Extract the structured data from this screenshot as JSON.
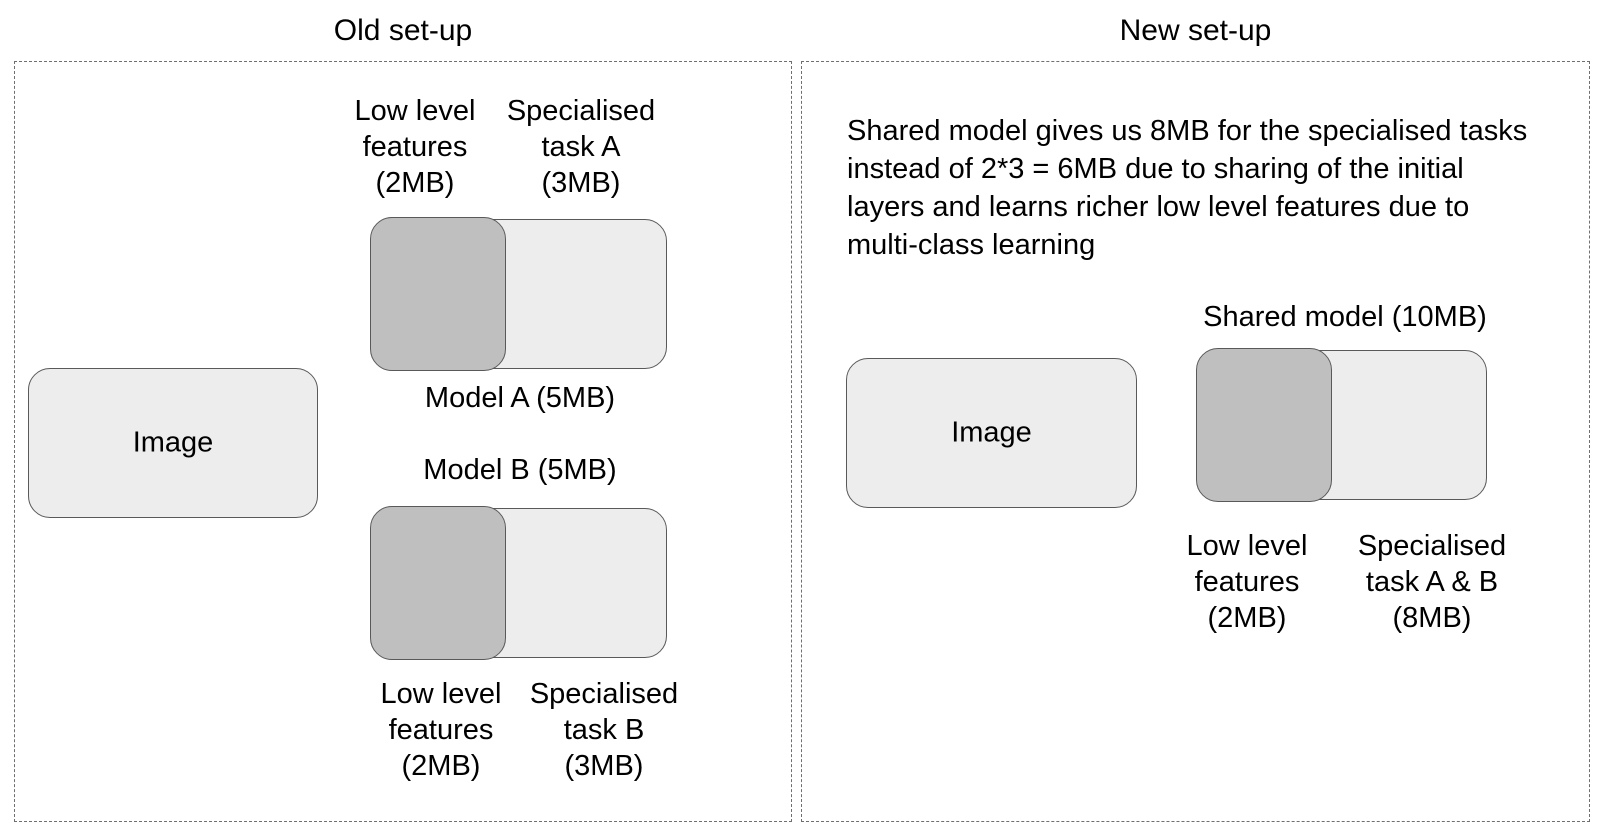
{
  "figure": {
    "panels": [
      {
        "id": "old",
        "title": "Old set-up"
      },
      {
        "id": "new",
        "title": "New set-up"
      }
    ]
  },
  "old_setup": {
    "title": "Old set-up",
    "image_box": {
      "label": "Image"
    },
    "model_a": {
      "caption": "Model A (5MB)",
      "low_level_label": "Low level\nfeatures\n(2MB)",
      "specialised_label": "Specialised\ntask A\n(3MB)",
      "low_level_title": "Low level features",
      "low_level_size": "2MB",
      "specialised_title": "Specialised task A",
      "specialised_size": "3MB",
      "total_size": "5MB"
    },
    "model_b": {
      "caption": "Model B (5MB)",
      "low_level_label": "Low level\nfeatures\n(2MB)",
      "specialised_label": "Specialised\ntask B\n(3MB)",
      "low_level_title": "Low level features",
      "low_level_size": "2MB",
      "specialised_title": "Specialised task B",
      "specialised_size": "3MB",
      "total_size": "5MB"
    }
  },
  "new_setup": {
    "title": "New set-up",
    "note": "Shared model gives us 8MB for the specialised tasks instead of 2*3 = 6MB due to sharing of the initial layers and learns richer low level features due to multi-class learning",
    "image_box": {
      "label": "Image"
    },
    "shared_model": {
      "caption": "Shared model (10MB)",
      "low_level_label": "Low level\nfeatures\n(2MB)",
      "specialised_label": "Specialised\ntask A & B\n(8MB)",
      "low_level_title": "Low level features",
      "low_level_size": "2MB",
      "specialised_title": "Specialised task A & B",
      "specialised_size": "8MB",
      "total_size": "10MB"
    }
  },
  "colors": {
    "shared_block": "#bfbfbf",
    "specialised_block": "#ededed",
    "image_block": "#ededed",
    "box_border": "#595959",
    "panel_border": "#6f6f6f",
    "text": "#000000",
    "background": "#ffffff"
  }
}
